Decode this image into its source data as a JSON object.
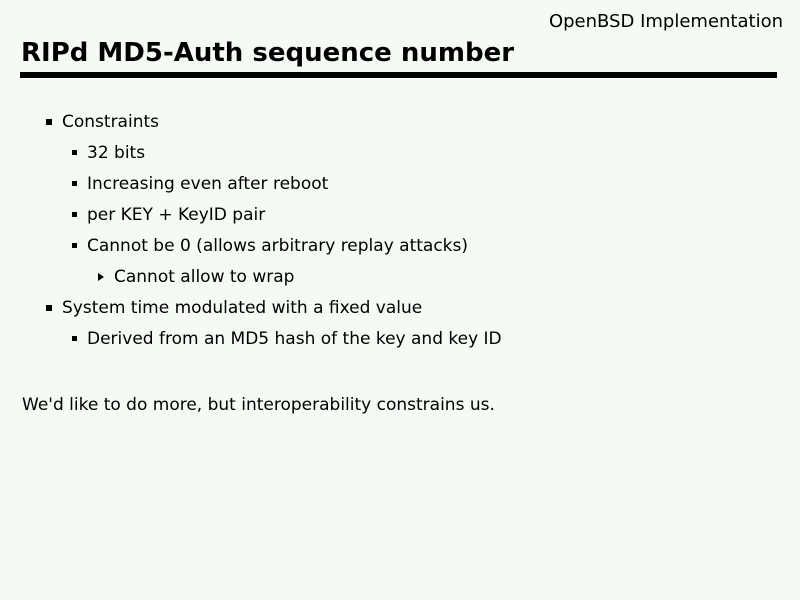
{
  "slide": {
    "header_right": "OpenBSD Implementation",
    "title": "RIPd MD5-Auth sequence number",
    "bullets": [
      {
        "level": 1,
        "text": "Constraints"
      },
      {
        "level": 2,
        "text": "32 bits"
      },
      {
        "level": 2,
        "text": "Increasing even after reboot"
      },
      {
        "level": 2,
        "text": "per KEY + KeyID pair"
      },
      {
        "level": 2,
        "text": "Cannot be 0 (allows arbitrary replay attacks)"
      },
      {
        "level": 3,
        "text": "Cannot allow to wrap"
      },
      {
        "level": 1,
        "text": "System time modulated with a fixed value"
      },
      {
        "level": 2,
        "text": "Derived from an MD5 hash of the key and key ID"
      }
    ],
    "footer_note": "We'd like to do more, but interoperability constrains us.",
    "colors": {
      "background": "#f5faf5",
      "text": "#000000",
      "rule": "#000000"
    }
  }
}
